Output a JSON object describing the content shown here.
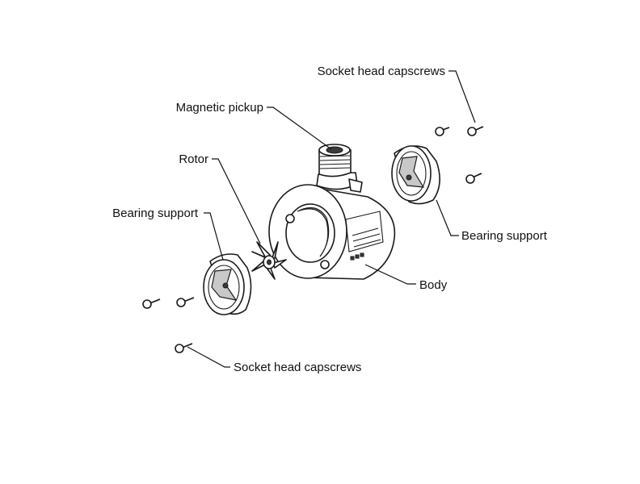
{
  "labels": {
    "screws_top": "Socket head capscrews",
    "pickup": "Magnetic pickup",
    "rotor": "Rotor",
    "bearing_left": "Bearing support",
    "bearing_right": "Bearing support",
    "body": "Body",
    "screws_bottom": "Socket head capscrews"
  },
  "colors": {
    "line": "#1a1a1a",
    "shade": "#c8c8c8",
    "background": "#ffffff"
  }
}
